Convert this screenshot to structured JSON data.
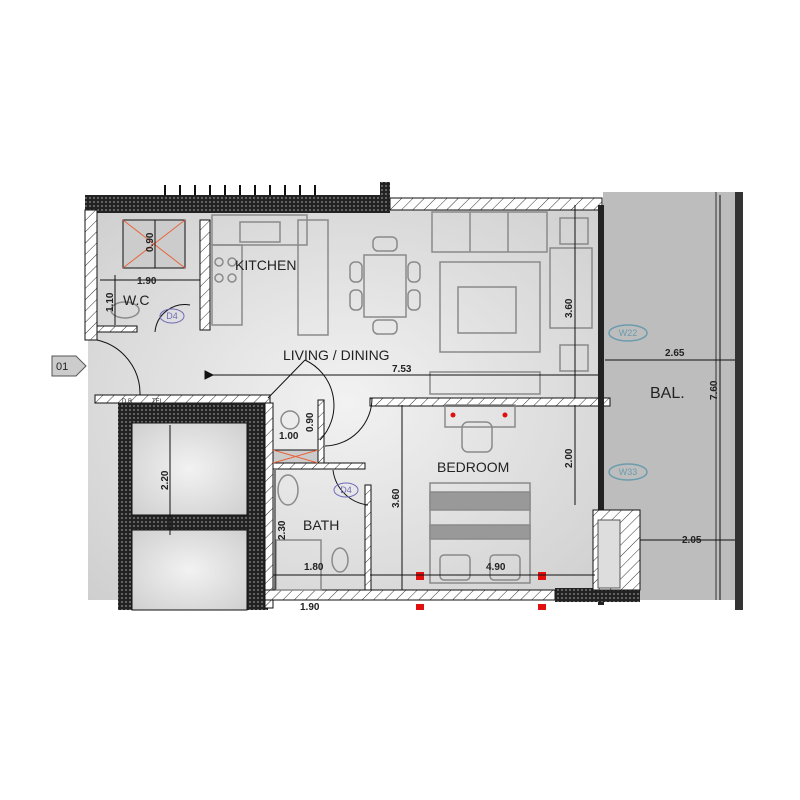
{
  "rooms": {
    "kitchen": "KITCHEN",
    "wc": "W.C",
    "living": "LIVING / DINING",
    "balcony": "BAL.",
    "bedroom": "BEDROOM",
    "bath": "BATH"
  },
  "dimensions": {
    "living_width": "7.53",
    "living_depth": "3.60",
    "balcony_width": "2.65",
    "balcony_length": "7.60",
    "balcony_lower_width": "2.05",
    "bedroom_wardrobe": "2.00",
    "bedroom_depth": "3.60",
    "bedroom_width": "4.90",
    "bath_width": "1.80",
    "bath_depth": "2.30",
    "bath_lower_width": "1.90",
    "lift_depth": "2.20",
    "shaft_width": "1.00",
    "shaft_depth": "0.90",
    "kitchen_shaft": "0.90",
    "wc_width": "1.90",
    "wc_depth": "1.10"
  },
  "tags": {
    "door_wc": "D4",
    "door_bath": "D4",
    "window_living": "W22",
    "window_bedroom": "W33",
    "entry": "01",
    "db": "D.B",
    "tel": "TEL"
  },
  "colors": {
    "wall_dark": "#2a2a2a",
    "floor": "#d9d9d9",
    "balcony": "#b9b9b9",
    "void_cross": "#e8643c",
    "tag_window": "#6a9cae",
    "tag_door": "#6e6ab8",
    "fixture_red": "#e01010"
  }
}
